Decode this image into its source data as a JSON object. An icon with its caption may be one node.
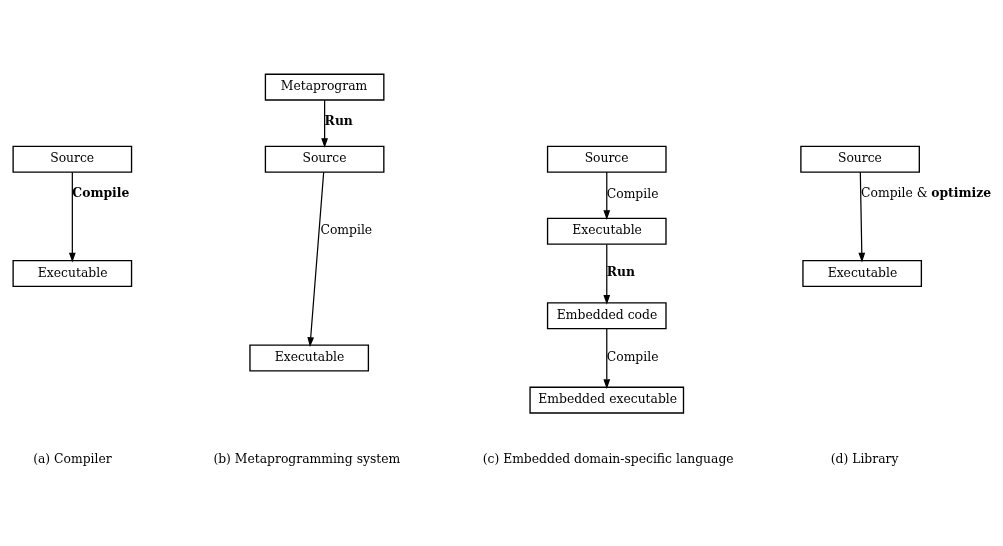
{
  "diagram": {
    "nodes": [
      {
        "text": [
          "Source"
        ]
      },
      {
        "text": [
          "Executable"
        ]
      },
      {
        "text": [
          "Metaprogram"
        ]
      },
      {
        "text": [
          "Source"
        ]
      },
      {
        "text": [
          "Executable"
        ]
      },
      {
        "text": [
          "Source"
        ]
      },
      {
        "text": [
          "Executable"
        ]
      },
      {
        "text": [
          "Embedded code"
        ]
      },
      {
        "text": [
          "Embedded executable"
        ]
      },
      {
        "text": [
          "Source"
        ]
      },
      {
        "text": [
          "Executable"
        ]
      }
    ],
    "edges": [
      {
        "from": 0,
        "to": 1,
        "arrow": "to",
        "label": "**Compile**"
      },
      {
        "from": 2,
        "to": 3,
        "arrow": "to",
        "label": "**Run**"
      },
      {
        "from": 3,
        "to": 4,
        "arrow": "to",
        "label": "Compile"
      },
      {
        "from": 5,
        "to": 6,
        "arrow": "to",
        "label": "Compile"
      },
      {
        "from": 6,
        "to": 7,
        "arrow": "to",
        "label": "**Run**"
      },
      {
        "from": 7,
        "to": 8,
        "arrow": "to",
        "label": "Compile"
      },
      {
        "from": 9,
        "to": 10,
        "arrow": "to",
        "label": "Compile & **optimize**"
      }
    ],
    "labels": [
      "(a) Compiler",
      "(b) Metaprogramming system",
      "(c) Embedded domain-specific language",
      "(d) Library"
    ]
  }
}
